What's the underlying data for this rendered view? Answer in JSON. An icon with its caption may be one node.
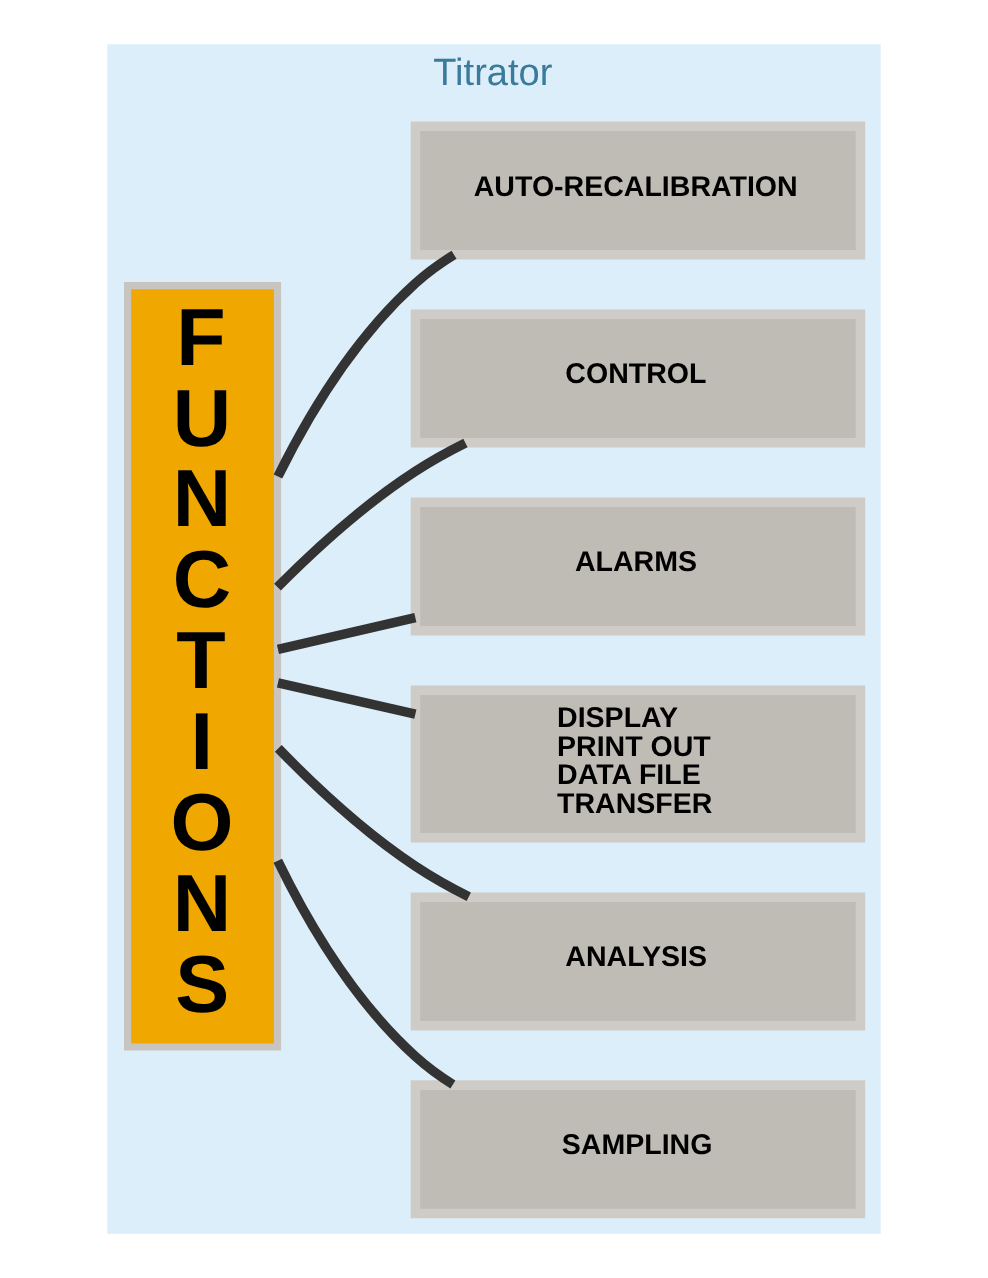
{
  "diagram": {
    "nodes": [
      {
        "text": [
          "Titrator"
        ]
      },
      {
        "text": [
          "FUNCTIONS"
        ],
        "in": 0
      },
      {
        "text": [
          "SAMPLING"
        ],
        "in": 0
      },
      {
        "text": [
          "ANALYSIS"
        ],
        "in": 0
      },
      {
        "text": [
          "DISPLAY",
          "PRINT OUT",
          "DATA FILE",
          "TRANSFER"
        ],
        "in": 0
      },
      {
        "text": [
          "ALARMS"
        ],
        "in": 0
      },
      {
        "text": [
          "CONTROL"
        ],
        "in": 0
      },
      {
        "text": [
          "AUTO-RECALIBRATION"
        ],
        "in": 0
      }
    ],
    "edges": [
      {
        "from": 1,
        "to": 2,
        "arrow": "none"
      },
      {
        "from": 1,
        "to": 3,
        "arrow": "none"
      },
      {
        "from": 1,
        "to": 4,
        "arrow": "none"
      },
      {
        "from": 1,
        "to": 5,
        "arrow": "none"
      },
      {
        "from": 1,
        "to": 6,
        "arrow": "none"
      },
      {
        "from": 1,
        "to": 7,
        "arrow": "none"
      }
    ]
  }
}
